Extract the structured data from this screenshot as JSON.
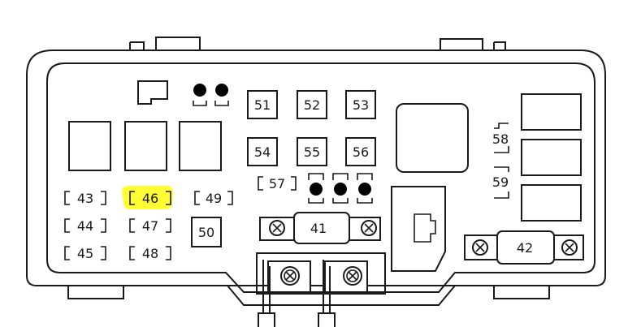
{
  "diagram": {
    "colors": {
      "line": "#1a1a1a",
      "highlight": "#ffff33"
    },
    "highlighted_fuse": "46",
    "fuses": {
      "f41": "41",
      "f42": "42",
      "f43": "43",
      "f44": "44",
      "f45": "45",
      "f46": "46",
      "f47": "47",
      "f48": "48",
      "f49": "49",
      "f50": "50",
      "f51": "51",
      "f52": "52",
      "f53": "53",
      "f54": "54",
      "f55": "55",
      "f56": "56",
      "f57": "57",
      "f58": "58",
      "f59": "59"
    }
  }
}
